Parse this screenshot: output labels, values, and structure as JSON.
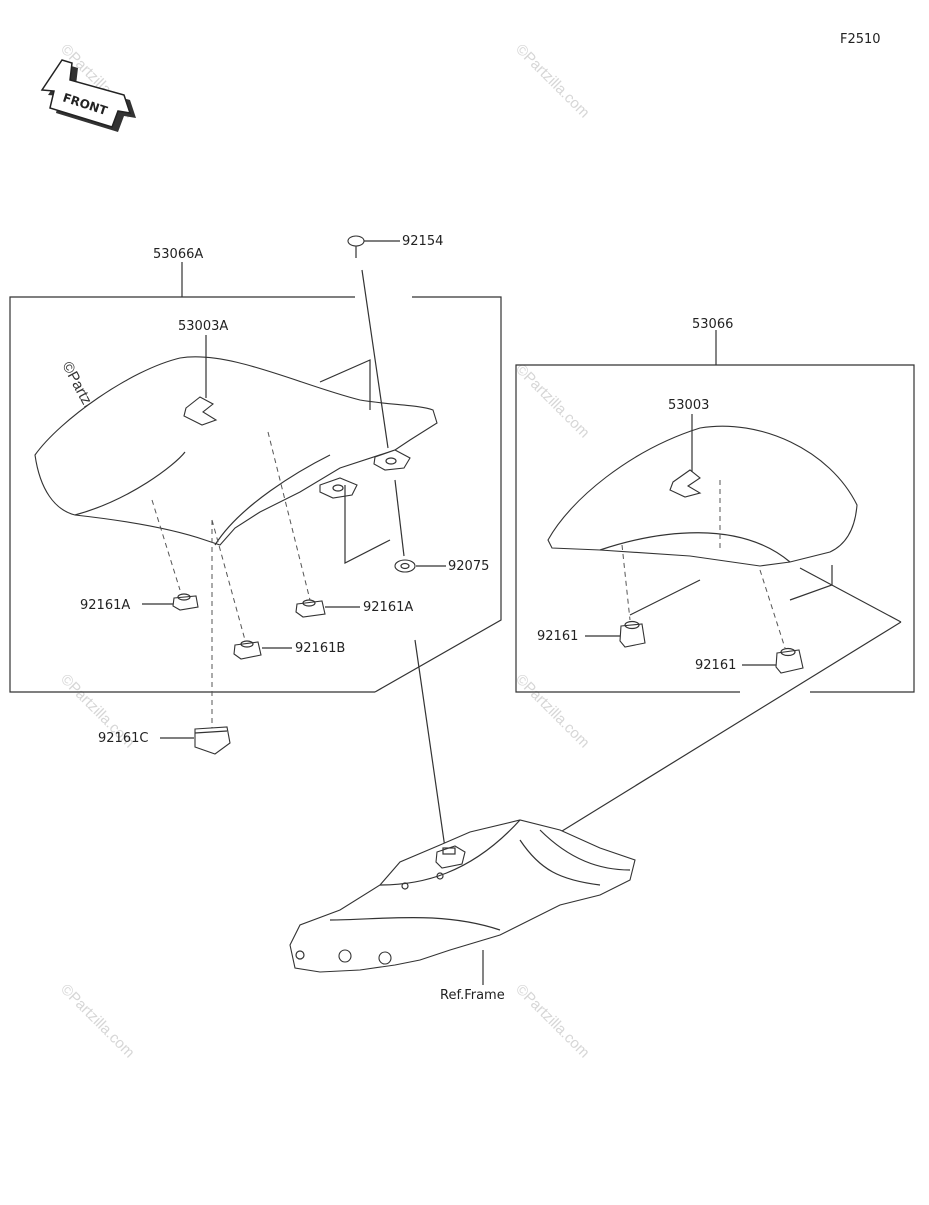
{
  "diagram": {
    "figure_code": "F2510",
    "front_label": "FRONT",
    "watermark": "©Partzilla.com",
    "parts": {
      "seat_front_assy": "53066A",
      "seat_front_strap": "53003A",
      "bolt": "92154",
      "grommet": "92075",
      "damper_a_left": "92161A",
      "damper_a_right": "92161A",
      "damper_b": "92161B",
      "damper_c": "92161C",
      "seat_rear_assy": "53066",
      "seat_rear_strap": "53003",
      "damper_rear_left": "92161",
      "damper_rear_right": "92161",
      "frame": "Ref.Frame"
    }
  }
}
